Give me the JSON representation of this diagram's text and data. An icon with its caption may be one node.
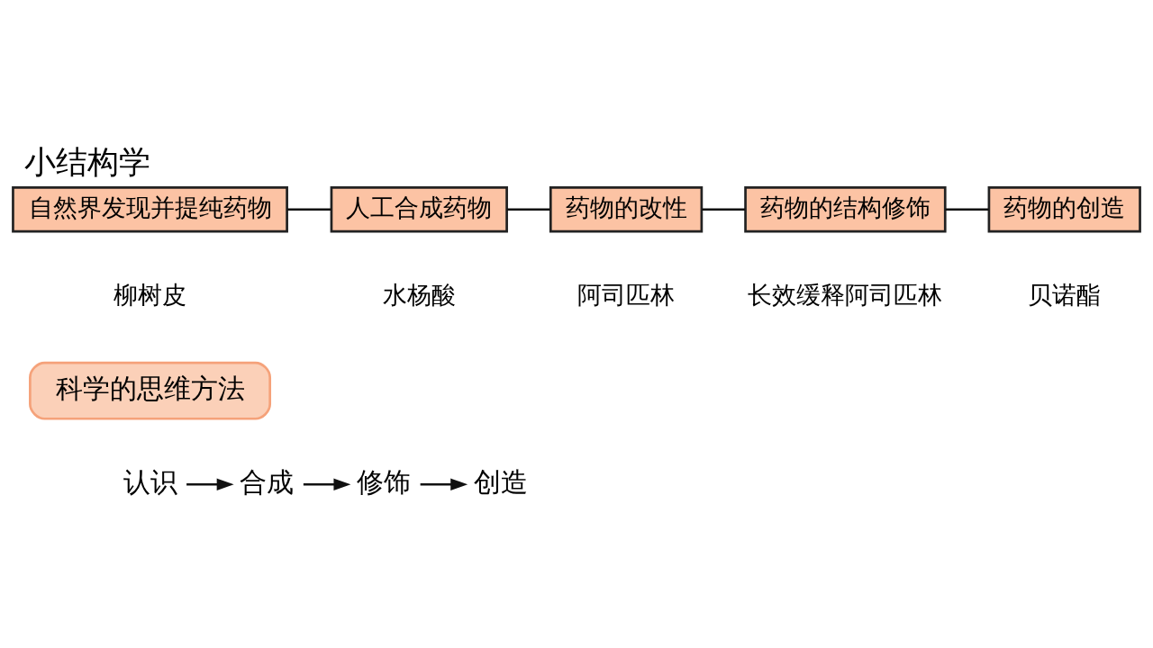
{
  "diagram": {
    "title": "小结构学",
    "nodes": [
      {
        "text": [
          "自然界发现并提纯药物"
        ],
        "beside": [
          "柳树皮"
        ]
      },
      {
        "text": [
          "人工合成药物"
        ],
        "beside": [
          "水杨酸"
        ]
      },
      {
        "text": [
          "药物的改性"
        ],
        "beside": [
          "阿司匹林"
        ]
      },
      {
        "text": [
          "药物的结构修饰"
        ],
        "beside": [
          "长效缓释阿司匹林"
        ]
      },
      {
        "text": [
          "药物的创造"
        ],
        "beside": [
          "贝诺酯"
        ]
      },
      {
        "text": [
          "科学的思维方法"
        ]
      },
      {
        "text": [
          "认识"
        ]
      },
      {
        "text": [
          "合成"
        ]
      },
      {
        "text": [
          "修饰"
        ]
      },
      {
        "text": [
          "创造"
        ]
      }
    ],
    "edges": [
      {
        "from": 0,
        "to": 1,
        "arrow": "none"
      },
      {
        "from": 1,
        "to": 2,
        "arrow": "none"
      },
      {
        "from": 2,
        "to": 3,
        "arrow": "none"
      },
      {
        "from": 3,
        "to": 4,
        "arrow": "none"
      },
      {
        "from": 6,
        "to": 7,
        "arrow": "to"
      },
      {
        "from": 7,
        "to": 8,
        "arrow": "to"
      },
      {
        "from": 8,
        "to": 9,
        "arrow": "to"
      }
    ]
  }
}
